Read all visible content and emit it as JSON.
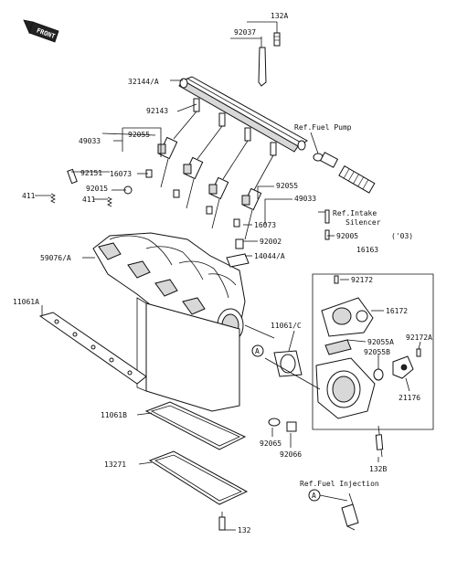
{
  "direction_tag": "FRONT",
  "part_labels": {
    "p132A": "132A",
    "p92037": "92037",
    "p32144A": "32144/A",
    "p92143": "92143",
    "p49033_left": "49033",
    "p92055_left": "92055",
    "p92151": "92151",
    "p16073_top": "16073",
    "p92015": "92015",
    "p411_left": "411",
    "p411_mid": "411",
    "p92055_right": "92055",
    "p49033_right": "49033",
    "p16073_bottom": "16073",
    "p92002": "92002",
    "p14044A": "14044/A",
    "p59076A": "59076/A",
    "p16163": "16163",
    "p92172": "92172",
    "p16172": "16172",
    "p11061A": "11061A",
    "p11061C": "11061/C",
    "p92055A": "92055A",
    "p92172A": "92172A",
    "p92055B": "92055B",
    "p21176": "21176",
    "p11061B": "11061B",
    "p92065": "92065",
    "p92066": "92066",
    "p132B": "132B",
    "p13271": "13271",
    "p132": "132"
  },
  "references": {
    "fuel_pump": "Ref.Fuel Pump",
    "intake_line1": "Ref.Intake",
    "intake_line2": "Silencer",
    "p92005": "92005",
    "year_note": "('03)",
    "fuel_injection": "Ref.Fuel Injection"
  },
  "callouts": {
    "a_main": "A",
    "a_ref": "A"
  }
}
